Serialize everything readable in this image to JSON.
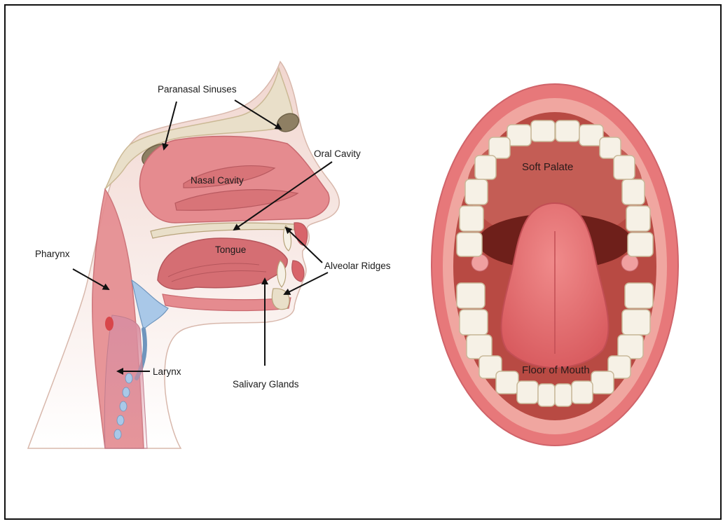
{
  "diagram": {
    "sagittal_labels": {
      "paranasal_sinuses": "Paranasal Sinuses",
      "oral_cavity": "Oral Cavity",
      "nasal_cavity": "Nasal Cavity",
      "tongue": "Tongue",
      "pharynx": "Pharynx",
      "alveolar_ridges": "Alveolar Ridges",
      "larynx": "Larynx",
      "salivary_glands": "Salivary Glands"
    },
    "mouth_labels": {
      "soft_palate": "Soft Palate",
      "floor_of_mouth": "Floor of Mouth"
    }
  },
  "colors": {
    "skin": "#f1d6cf",
    "tissue_pink": "#e58b8f",
    "tissue_dark": "#c96a70",
    "bone": "#e9dfc9",
    "sinus": "#8e7f63",
    "lip": "#e7787a",
    "mouth_interior": "#b84a43",
    "tongue": "#e66a6c",
    "teeth": "#f6f1e6",
    "cartilage": "#a9c8e8"
  }
}
